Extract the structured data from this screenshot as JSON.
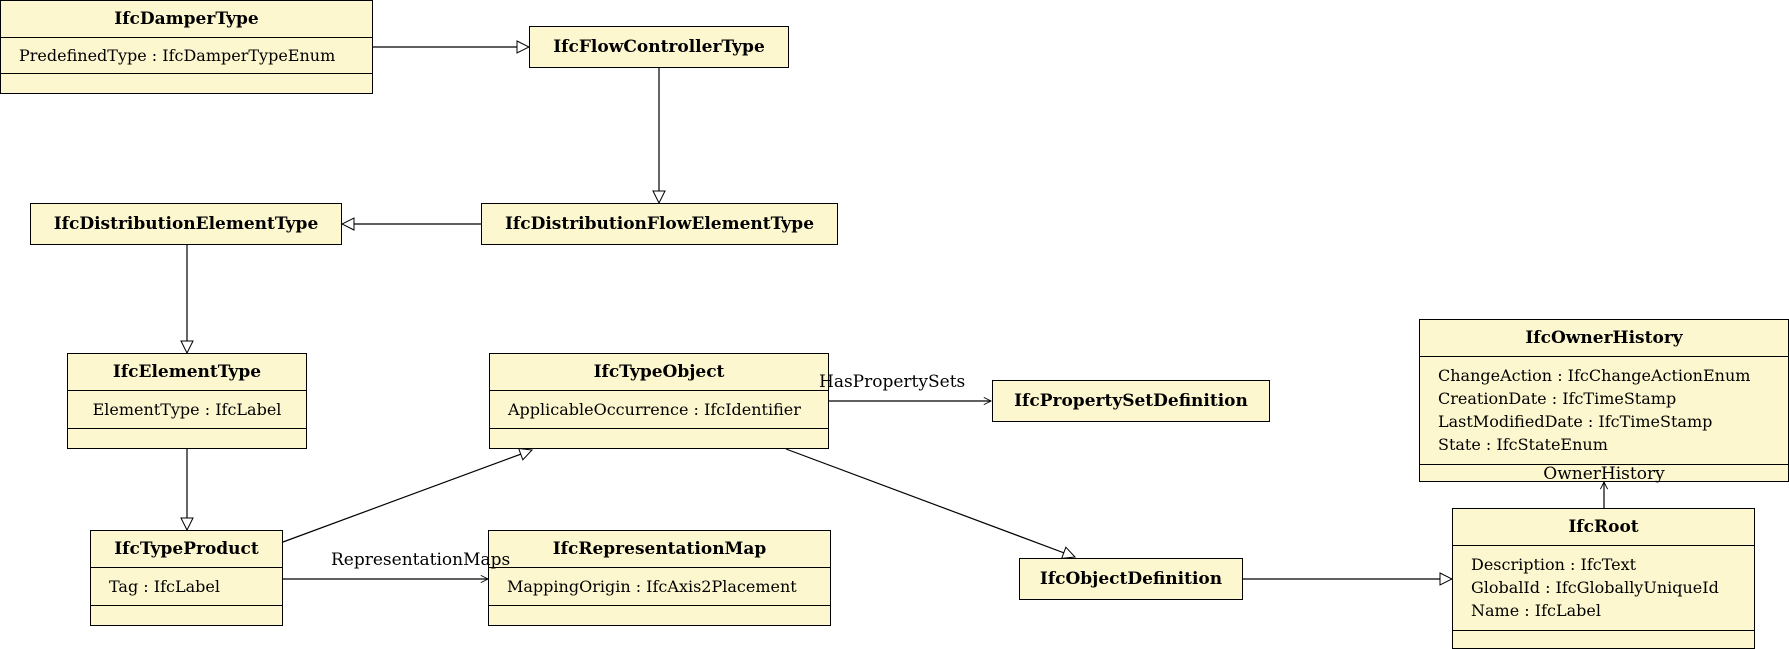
{
  "classes": {
    "damper_type": {
      "name": "IfcDamperType",
      "attributes": [
        "PredefinedType : IfcDamperTypeEnum"
      ]
    },
    "flow_controller_type": {
      "name": "IfcFlowControllerType"
    },
    "distribution_flow_element_type": {
      "name": "IfcDistributionFlowElementType"
    },
    "distribution_element_type": {
      "name": "IfcDistributionElementType"
    },
    "element_type": {
      "name": "IfcElementType",
      "attributes": [
        "ElementType : IfcLabel"
      ]
    },
    "type_object": {
      "name": "IfcTypeObject",
      "attributes": [
        "ApplicableOccurrence : IfcIdentifier"
      ]
    },
    "property_set_definition": {
      "name": "IfcPropertySetDefinition"
    },
    "type_product": {
      "name": "IfcTypeProduct",
      "attributes": [
        "Tag : IfcLabel"
      ]
    },
    "representation_map": {
      "name": "IfcRepresentationMap",
      "attributes": [
        "MappingOrigin : IfcAxis2Placement"
      ]
    },
    "object_definition": {
      "name": "IfcObjectDefinition"
    },
    "owner_history": {
      "name": "IfcOwnerHistory",
      "attributes": [
        "ChangeAction : IfcChangeActionEnum",
        "CreationDate : IfcTimeStamp",
        "LastModifiedDate : IfcTimeStamp",
        "State : IfcStateEnum"
      ],
      "role": "OwnerHistory"
    },
    "root": {
      "name": "IfcRoot",
      "attributes": [
        "Description : IfcText",
        "GlobalId : IfcGloballyUniqueId",
        "Name : IfcLabel"
      ]
    }
  },
  "associations": {
    "has_property_sets": "HasPropertySets",
    "representation_maps": "RepresentationMaps"
  }
}
